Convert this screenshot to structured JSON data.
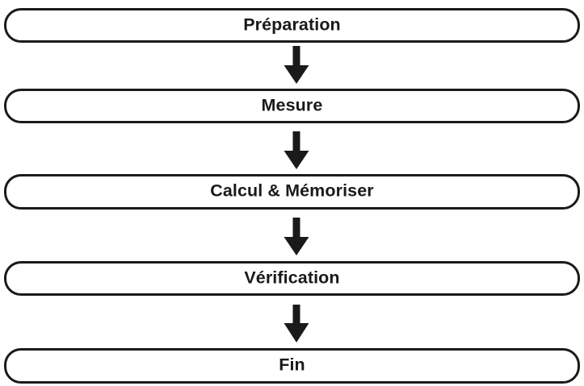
{
  "diagram": {
    "type": "flowchart",
    "orientation": "vertical",
    "language": "fr",
    "colors": {
      "stroke": "#1a1a1a",
      "fill": "#ffffff",
      "text": "#1a1a1a",
      "arrow": "#1a1a1a"
    },
    "nodes": [
      {
        "id": "preparation",
        "label": "Préparation",
        "shape": "rounded-rectangle",
        "order": 1
      },
      {
        "id": "mesure",
        "label": "Mesure",
        "shape": "rounded-rectangle",
        "order": 2
      },
      {
        "id": "calcul",
        "label": "Calcul & Mémoriser",
        "shape": "rounded-rectangle",
        "order": 3
      },
      {
        "id": "verification",
        "label": "Vérification",
        "shape": "rounded-rectangle",
        "order": 4
      },
      {
        "id": "fin",
        "label": "Fin",
        "shape": "rounded-rectangle",
        "order": 5
      }
    ],
    "connectors": [
      {
        "id": "arrow-preparation-mesure",
        "from": "preparation",
        "to": "mesure",
        "glyph": "down-arrow"
      },
      {
        "id": "arrow-mesure-calcul",
        "from": "mesure",
        "to": "calcul",
        "glyph": "down-arrow"
      },
      {
        "id": "arrow-calcul-verification",
        "from": "calcul",
        "to": "verification",
        "glyph": "down-arrow"
      },
      {
        "id": "arrow-verification-fin",
        "from": "verification",
        "to": "fin",
        "glyph": "down-arrow"
      }
    ]
  }
}
